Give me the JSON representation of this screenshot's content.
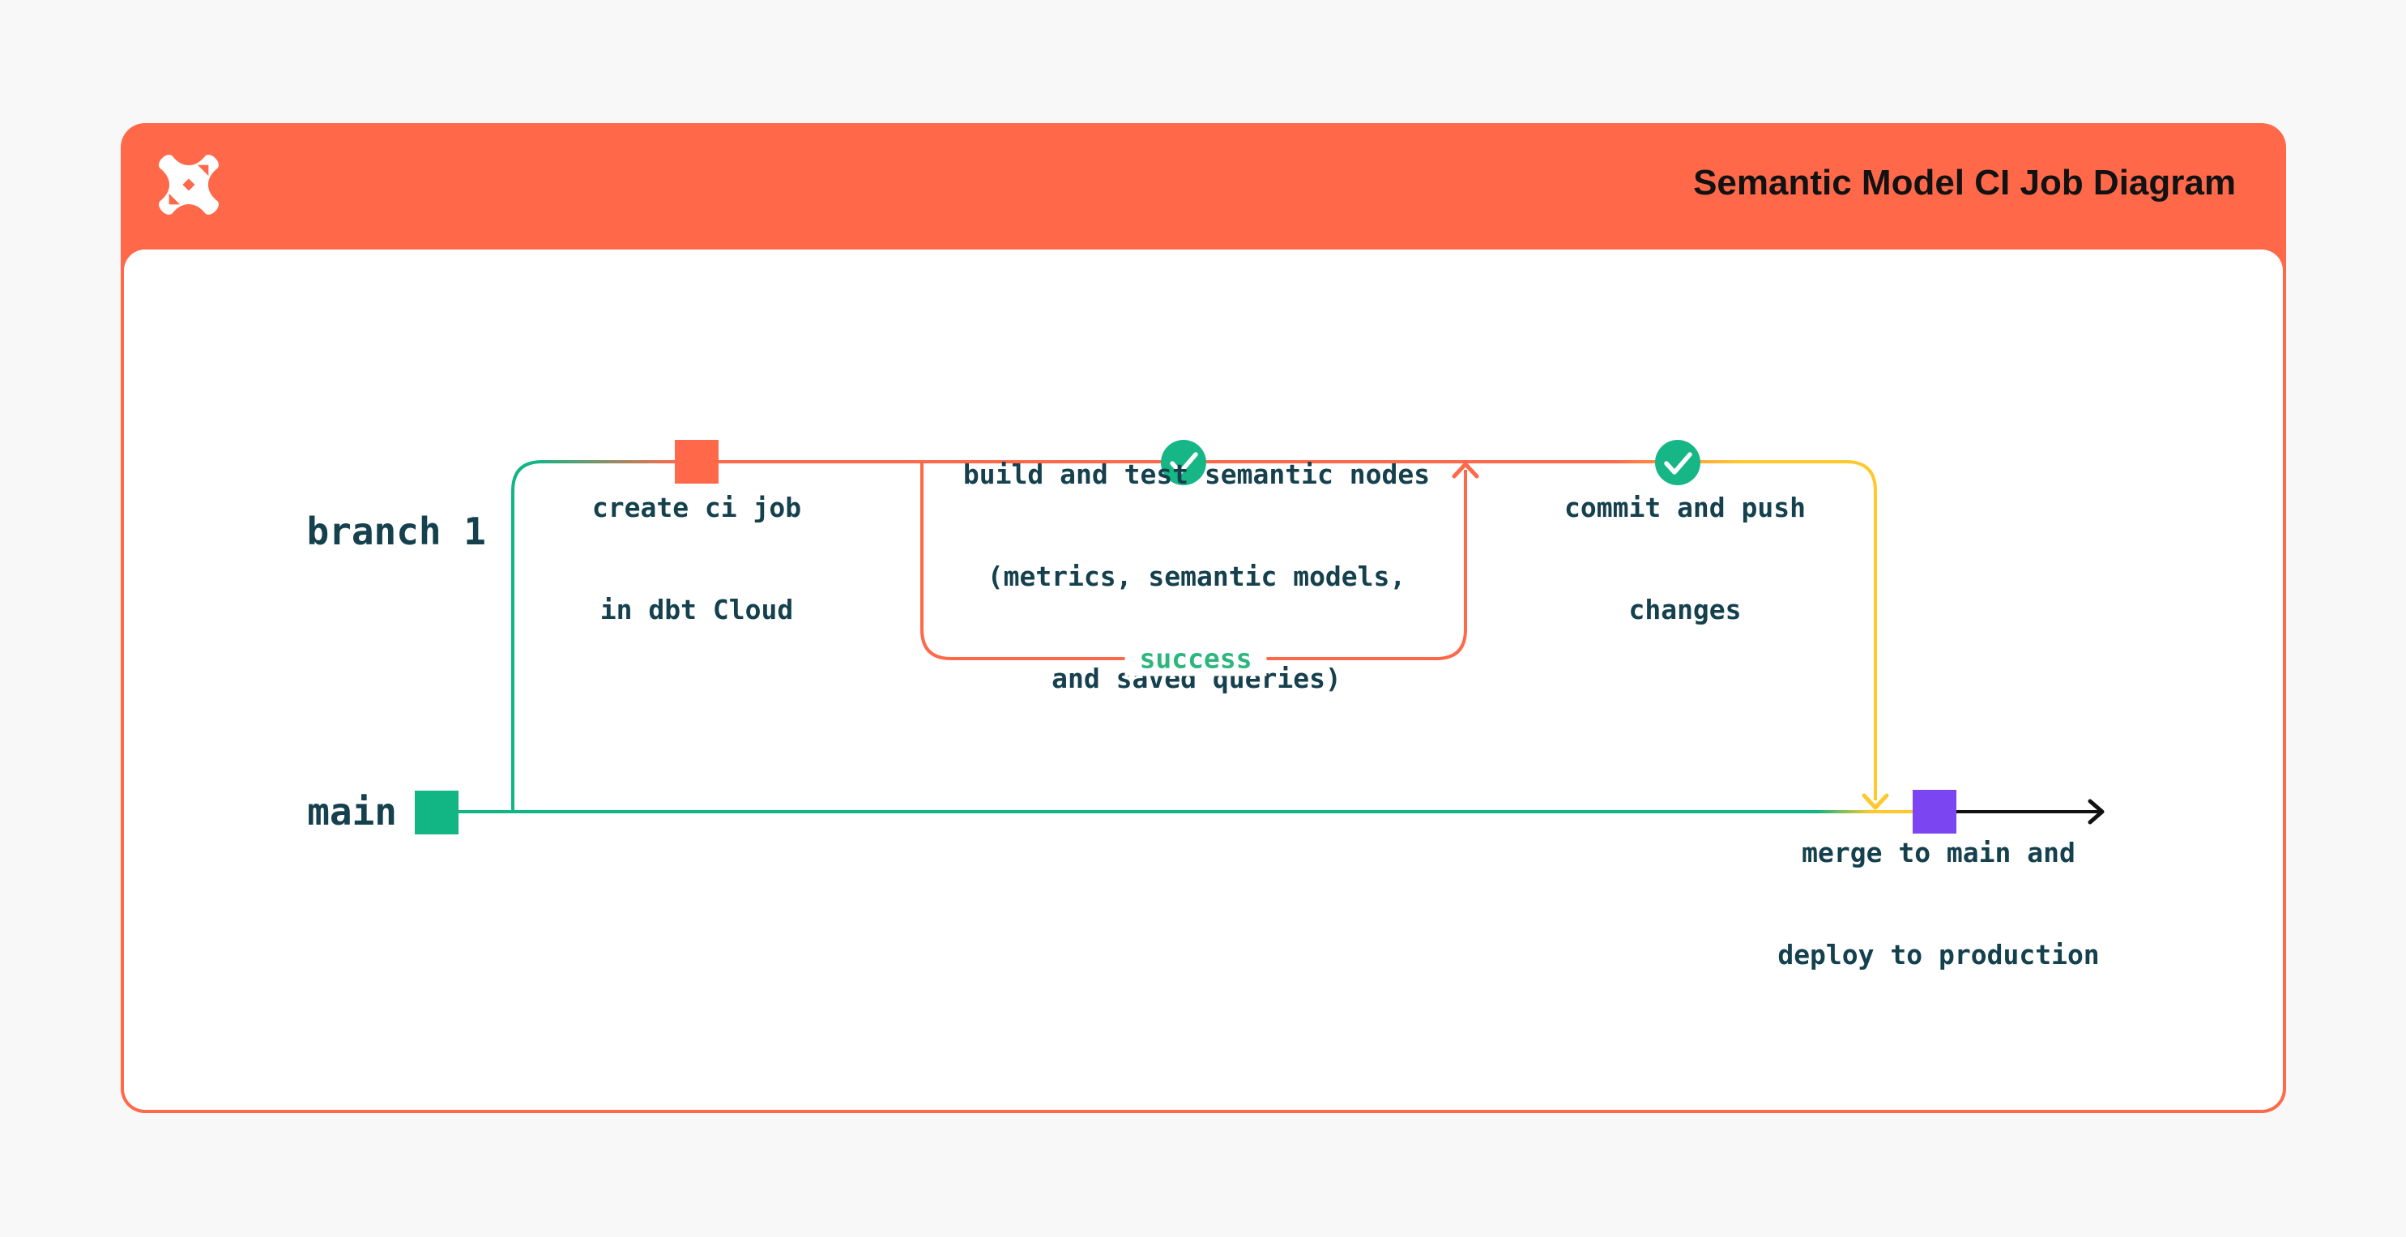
{
  "page": {
    "background": "#F8F8F8"
  },
  "card": {
    "header": {
      "title": "Semantic Model CI Job Diagram",
      "logo_icon": "dbt-logo",
      "background": "#FF694A",
      "title_color": "#121212"
    },
    "body_background": "#FFFFFF"
  },
  "diagram": {
    "branch_labels": {
      "branch1": "branch 1",
      "main": "main"
    },
    "success_label": "success",
    "nodes": {
      "create": {
        "line1": "create ci job",
        "line2": "in dbt Cloud"
      },
      "build": {
        "line1": "build and test semantic nodes",
        "line2": "(metrics, semantic models,",
        "line3": "and saved queries)"
      },
      "commit": {
        "line1": "commit and push",
        "line2": "changes"
      },
      "merge": {
        "line1": "merge to main and",
        "line2": "deploy to production"
      }
    },
    "colors": {
      "branch_orange": "#FF694A",
      "git_green": "#12B584",
      "check_green": "#17B687",
      "merge_yellow": "#FFC92E",
      "merge_purple": "#7C45F2",
      "label_text": "#15404D",
      "success_text": "#2DB77E",
      "arrow_black": "#111111"
    }
  }
}
